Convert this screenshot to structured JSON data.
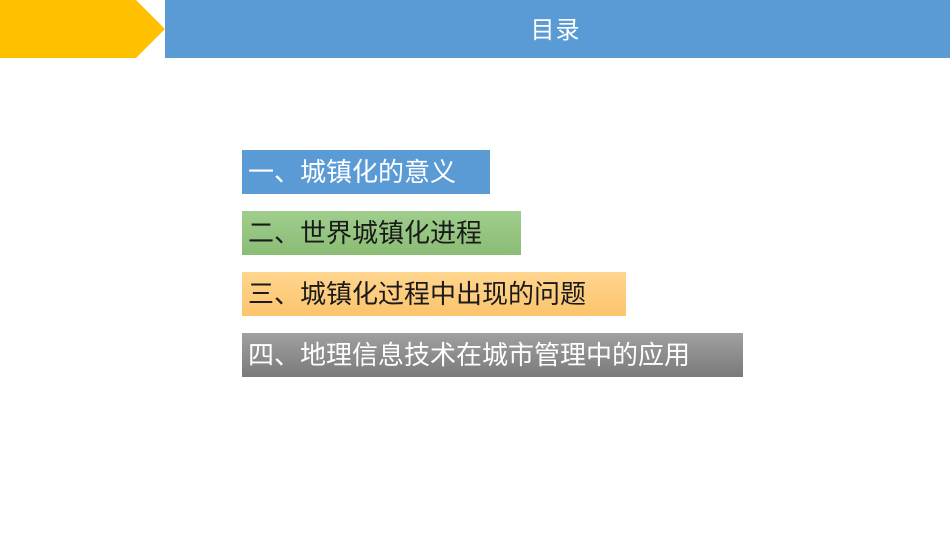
{
  "header": {
    "title": "目录"
  },
  "toc": {
    "items": [
      {
        "label": "一、城镇化的意义",
        "color": "#5b9bd5"
      },
      {
        "label": "二、世界城镇化进程",
        "color": "#9bcb86"
      },
      {
        "label": "三、城镇化过程中出现的问题",
        "color": "#fdc97a"
      },
      {
        "label": "四、地理信息技术在城市管理中的应用",
        "color": "#8c8c8c"
      }
    ]
  },
  "colors": {
    "header_bar": "#5b9bd5",
    "arrow_tab": "#ffc000"
  }
}
